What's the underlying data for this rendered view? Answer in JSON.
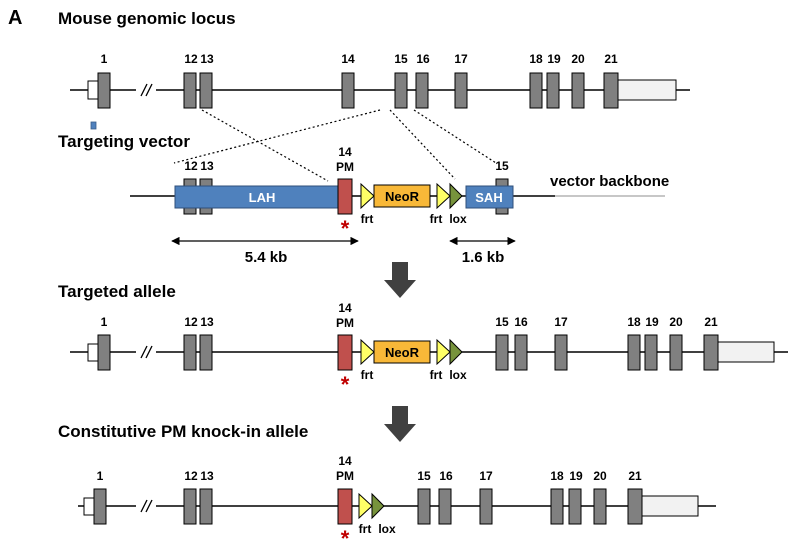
{
  "panel_letter": "A",
  "sections": {
    "genomic": "Mouse genomic locus",
    "vector": "Targeting vector",
    "targeted": "Targeted allele",
    "knockin": "Constitutive PM knock-in allele"
  },
  "exon_labels": {
    "e1": "1",
    "e12": "12",
    "e13": "13",
    "e14": "14",
    "e15": "15",
    "e16": "16",
    "e17": "17",
    "e18": "18",
    "e19": "19",
    "e20": "20",
    "e21": "21"
  },
  "pm_label": "PM",
  "sites": {
    "frt": "frt",
    "lox": "lox"
  },
  "cassette": {
    "lah": "LAH",
    "neor": "NeoR",
    "sah": "SAH"
  },
  "backbone": "vector backbone",
  "sizes": {
    "lah_size": "5.4 kb",
    "sah_size": "1.6 kb"
  },
  "mutation_mark": "*",
  "colors": {
    "exon": "#808080",
    "homology_arm": "#4f81bd",
    "neor": "#f8b838",
    "pm_exon": "#c0504d",
    "frt": "#ffff66",
    "lox": "#77933c",
    "arrow": "#404040",
    "backbone_line": "#bfbfbf",
    "asterisk": "#c00000"
  }
}
